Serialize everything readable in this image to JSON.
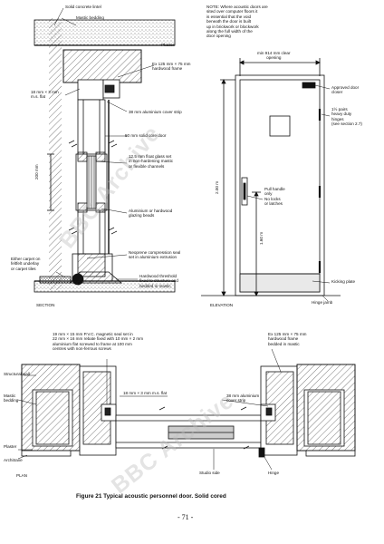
{
  "section_labels": {
    "concrete_lintel": "Solid concrete lintel",
    "mastic_bedding": "Mastic bedding",
    "plaster": "Plaster",
    "frame": "Ex 125 mm × 75 mm\nhardwood frame",
    "ms_flat": "18 mm × 3 mm\nm.s. flat",
    "cover_strip": "38 mm aluminium cover strip",
    "core_door": "50 mm solid core door",
    "float_glass": "12.5 mm float glass set\nin non-hardening mastic\nor flexible channels",
    "dim_200": "200 mm",
    "glazing_beads": "Aluminium or hardwood\nglazing beads",
    "neoprene": "Neoprene compression seal\nset in aluminium extrusion",
    "carpet": "Either carpet on\nfeltfelt underlay\nor carpet tiles",
    "threshold": "Hardwood threshold\nfixed to structure and\nbedded in mastic",
    "caption": "SECTION"
  },
  "elevation_labels": {
    "note": "NOTE: Where acoustic doors are\nsited over computer floors it\nis essential that the void\nbeneath the door is built\nup in brickwork or blockwork\nalong the full width of the\ndoor opening",
    "clear_opening": "min 914 mm clear\nopening",
    "closer": "Approved door\ncloser",
    "hinges": "1½ pairs\nheavy duty\nhinges\n(see section 2.7)",
    "dim_2000": "2.00 m",
    "pull_handle": "Pull handle\nonly\nNo locks\nor latches",
    "dim_1600": "1.60 m",
    "kicking_plate": "Kicking plate",
    "hinge_jamb": "Hinge jamb",
    "caption": "ELEVATION"
  },
  "plan_labels": {
    "magnetic_seal": "19 mm × 15 mm P.V.C. magnetic seal set in\n22 mm × 16 mm rebate fixed with 10 mm × 2 mm\naluminium flat screwed to frame at 100 mm\ncentres with non-ferrous screws",
    "frame_mastic": "Ex 125 mm × 75 mm\nhardwood frame\nbedded in mastic",
    "structural_wall": "Structural wall",
    "mastic_bedding": "Mastic\nbedding",
    "ms_flat": "18 mm × 3 mm m.s. flat",
    "cover_strip": "38 mm aluminium\ncover strip",
    "plaster": "Plaster",
    "architrave": "Architrave",
    "studio_side": "Studio side",
    "hinge": "Hinge",
    "caption": "PLAN"
  },
  "figure_caption": "Figure 21  Typical acoustic personnel door.  Solid cored",
  "page_number": "- 71 -",
  "watermark": "BBC Archive"
}
